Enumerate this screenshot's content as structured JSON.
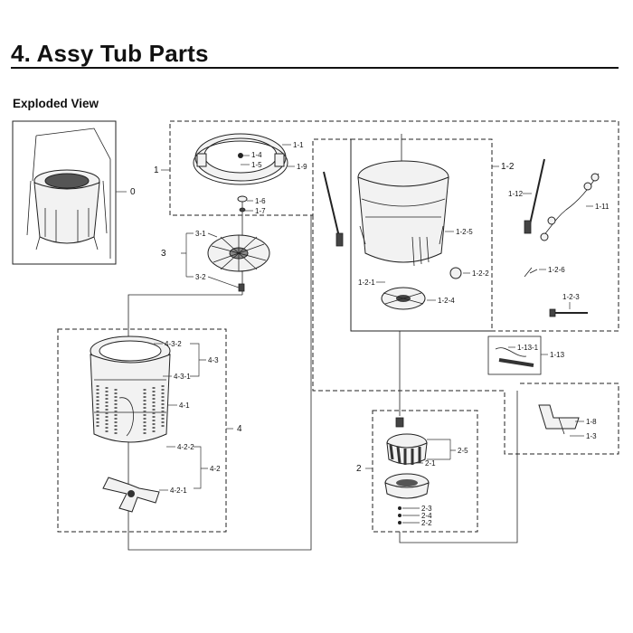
{
  "header": {
    "title": "4.  Assy Tub Parts",
    "subtitle": "Exploded View"
  },
  "labels": {
    "assy_0": "0",
    "assy_1": "1",
    "p1_1": "1-1",
    "p1_4": "1-4",
    "p1_5": "1-5",
    "p1_9": "1-9",
    "p1_6": "1-6",
    "p1_7": "1-7",
    "assy_3": "3",
    "p3_1": "3-1",
    "p3_2": "3-2",
    "assy_1_2": "1-2",
    "p1_12": "1-12",
    "p1_11": "1-11",
    "p1_2_5": "1-2-5",
    "p1_2_1": "1-2-1",
    "p1_2_4": "1-2-4",
    "p1_2_2": "1-2-2",
    "p1_2_6": "1-2-6",
    "p1_2_3": "1-2-3",
    "p1_13_1": "1-13-1",
    "p1_13": "1-13",
    "p1_8": "1-8",
    "p1_3": "1-3",
    "p4_3_2": "4-3-2",
    "p4_3_1": "4-3-1",
    "p4_3": "4-3",
    "p4_1": "4-1",
    "assy_4": "4",
    "p4_2_2": "4-2-2",
    "p4_2": "4-2",
    "p4_2_1": "4-2-1",
    "assy_2": "2",
    "p2_5": "2-5",
    "p2_1": "2-1",
    "p2_3": "2-3",
    "p2_4": "2-4",
    "p2_2": "2-2"
  }
}
